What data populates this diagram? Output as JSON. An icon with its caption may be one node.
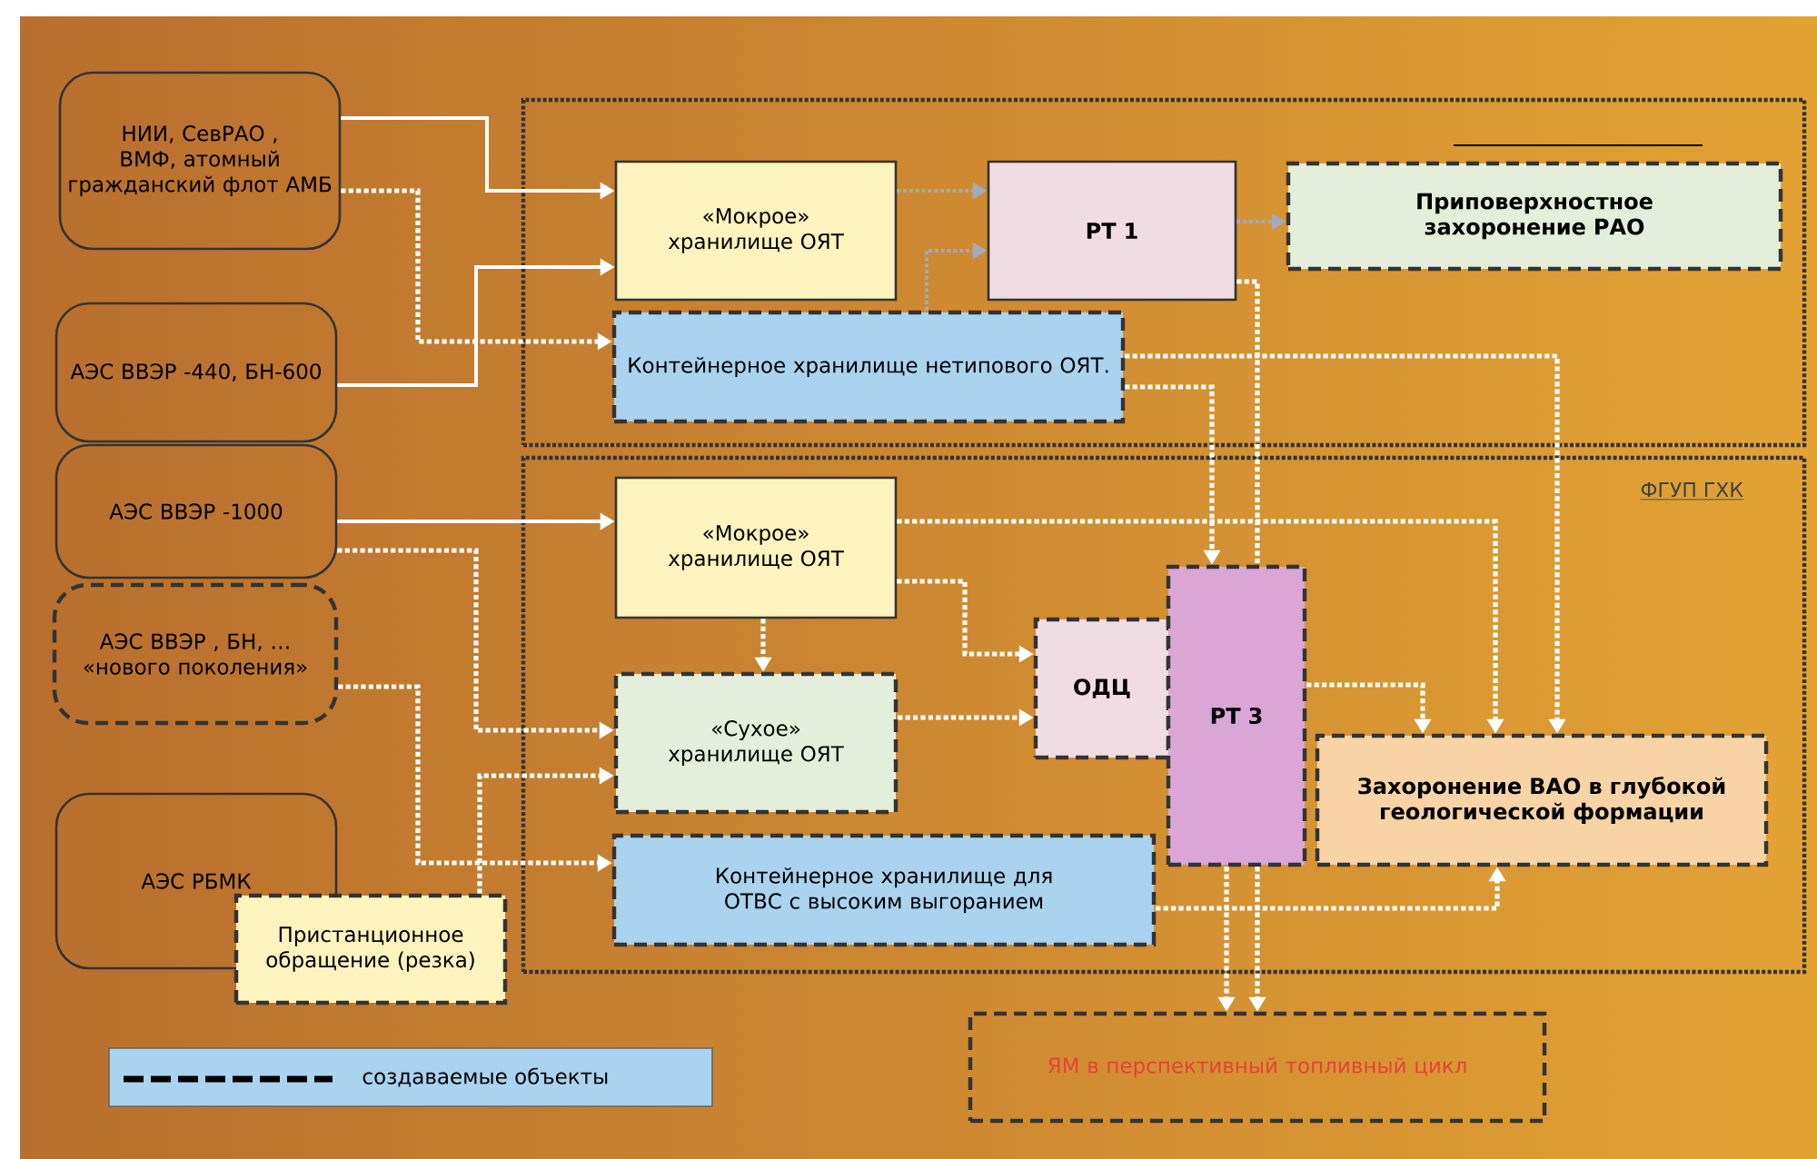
{
  "diagram": {
    "nodes": [
      {
        "text": [
          "НИИ, СевРАО , ВМФ, атомный гражданский флот АМБ"
        ]
      },
      {
        "text": [
          "АЭС ВВЭР -440, БН-600"
        ]
      },
      {
        "text": [
          "АЭС ВВЭР -1000"
        ]
      },
      {
        "text": [
          "АЭС ВВЭР , БН, … «нового поколения»"
        ]
      },
      {
        "text": [
          "АЭС РБМК"
        ]
      },
      {
        "text": [
          "Пристанционное обращение (резка)"
        ]
      },
      {
        "text": [],
        "shape": "box"
      },
      {
        "text": [
          "«Мокрое» хранилище ОЯТ"
        ],
        "in": 6
      },
      {
        "text": [
          "РТ 1"
        ],
        "in": 6
      },
      {
        "text": [
          "Приповерхностное захоронение РАО"
        ],
        "in": 6
      },
      {
        "text": [
          "Контейнерное хранилище нетипового ОЯТ."
        ],
        "in": 6
      },
      {
        "text": [
          "ФГУП ГХК"
        ]
      },
      {
        "text": [
          "«Мокрое» хранилище ОЯТ"
        ],
        "in": 11
      },
      {
        "text": [
          "«Сухое» хранилище ОЯТ"
        ],
        "in": 11
      },
      {
        "text": [
          "ОДЦ"
        ],
        "in": 11
      },
      {
        "text": [
          "РТ 3"
        ],
        "in": 11
      },
      {
        "text": [
          "Захоронение ВАО в глубокой геологической формации"
        ],
        "in": 11
      },
      {
        "text": [
          "Контейнерное хранилище для ОТВС с высоким выгоранием"
        ],
        "in": 11
      },
      {
        "text": [
          "ЯМ в перспективный топливный цикл"
        ]
      }
    ],
    "edges": [
      {
        "from": 0,
        "to": 7,
        "arrow": "to"
      },
      {
        "from": 1,
        "to": 7,
        "arrow": "to"
      },
      {
        "from": 0,
        "to": 10,
        "arrow": "to",
        "style": "dashed"
      },
      {
        "from": 7,
        "to": 8,
        "arrow": "to",
        "style": "dashed",
        "color": "#a3aab8"
      },
      {
        "from": 10,
        "to": 8,
        "arrow": "to",
        "style": "dashed",
        "color": "#a3aab8"
      },
      {
        "from": 8,
        "to": 9,
        "arrow": "to",
        "style": "dashed",
        "color": "#a3aab8"
      },
      {
        "from": 8,
        "to": 15,
        "arrow": "none",
        "style": "dashed"
      },
      {
        "from": 10,
        "to": 16,
        "arrow": "to",
        "style": "dashed"
      },
      {
        "from": 10,
        "to": 15,
        "arrow": "to",
        "style": "dashed"
      },
      {
        "from": 2,
        "to": 12,
        "arrow": "to"
      },
      {
        "from": 12,
        "to": 16,
        "arrow": "to",
        "style": "dashed"
      },
      {
        "from": 12,
        "to": 14,
        "arrow": "to",
        "style": "dashed"
      },
      {
        "from": 12,
        "to": 13,
        "arrow": "to",
        "style": "dashed"
      },
      {
        "from": 2,
        "to": 13,
        "arrow": "to",
        "style": "dashed"
      },
      {
        "from": 3,
        "to": 17,
        "arrow": "to",
        "style": "dashed"
      },
      {
        "from": 5,
        "to": 13,
        "arrow": "to",
        "style": "dashed"
      },
      {
        "from": 13,
        "to": 14,
        "arrow": "to",
        "style": "dashed"
      },
      {
        "from": 15,
        "to": 16,
        "arrow": "to",
        "style": "dashed"
      },
      {
        "from": 17,
        "to": 16,
        "arrow": "to",
        "style": "dashed"
      },
      {
        "from": 15,
        "to": 18,
        "arrow": "to",
        "style": "dashed"
      },
      {
        "from": 15,
        "to": 18,
        "arrow": "to",
        "style": "dashed"
      }
    ],
    "legend": [
      {
        "text": "создаваемые объекты"
      }
    ]
  }
}
